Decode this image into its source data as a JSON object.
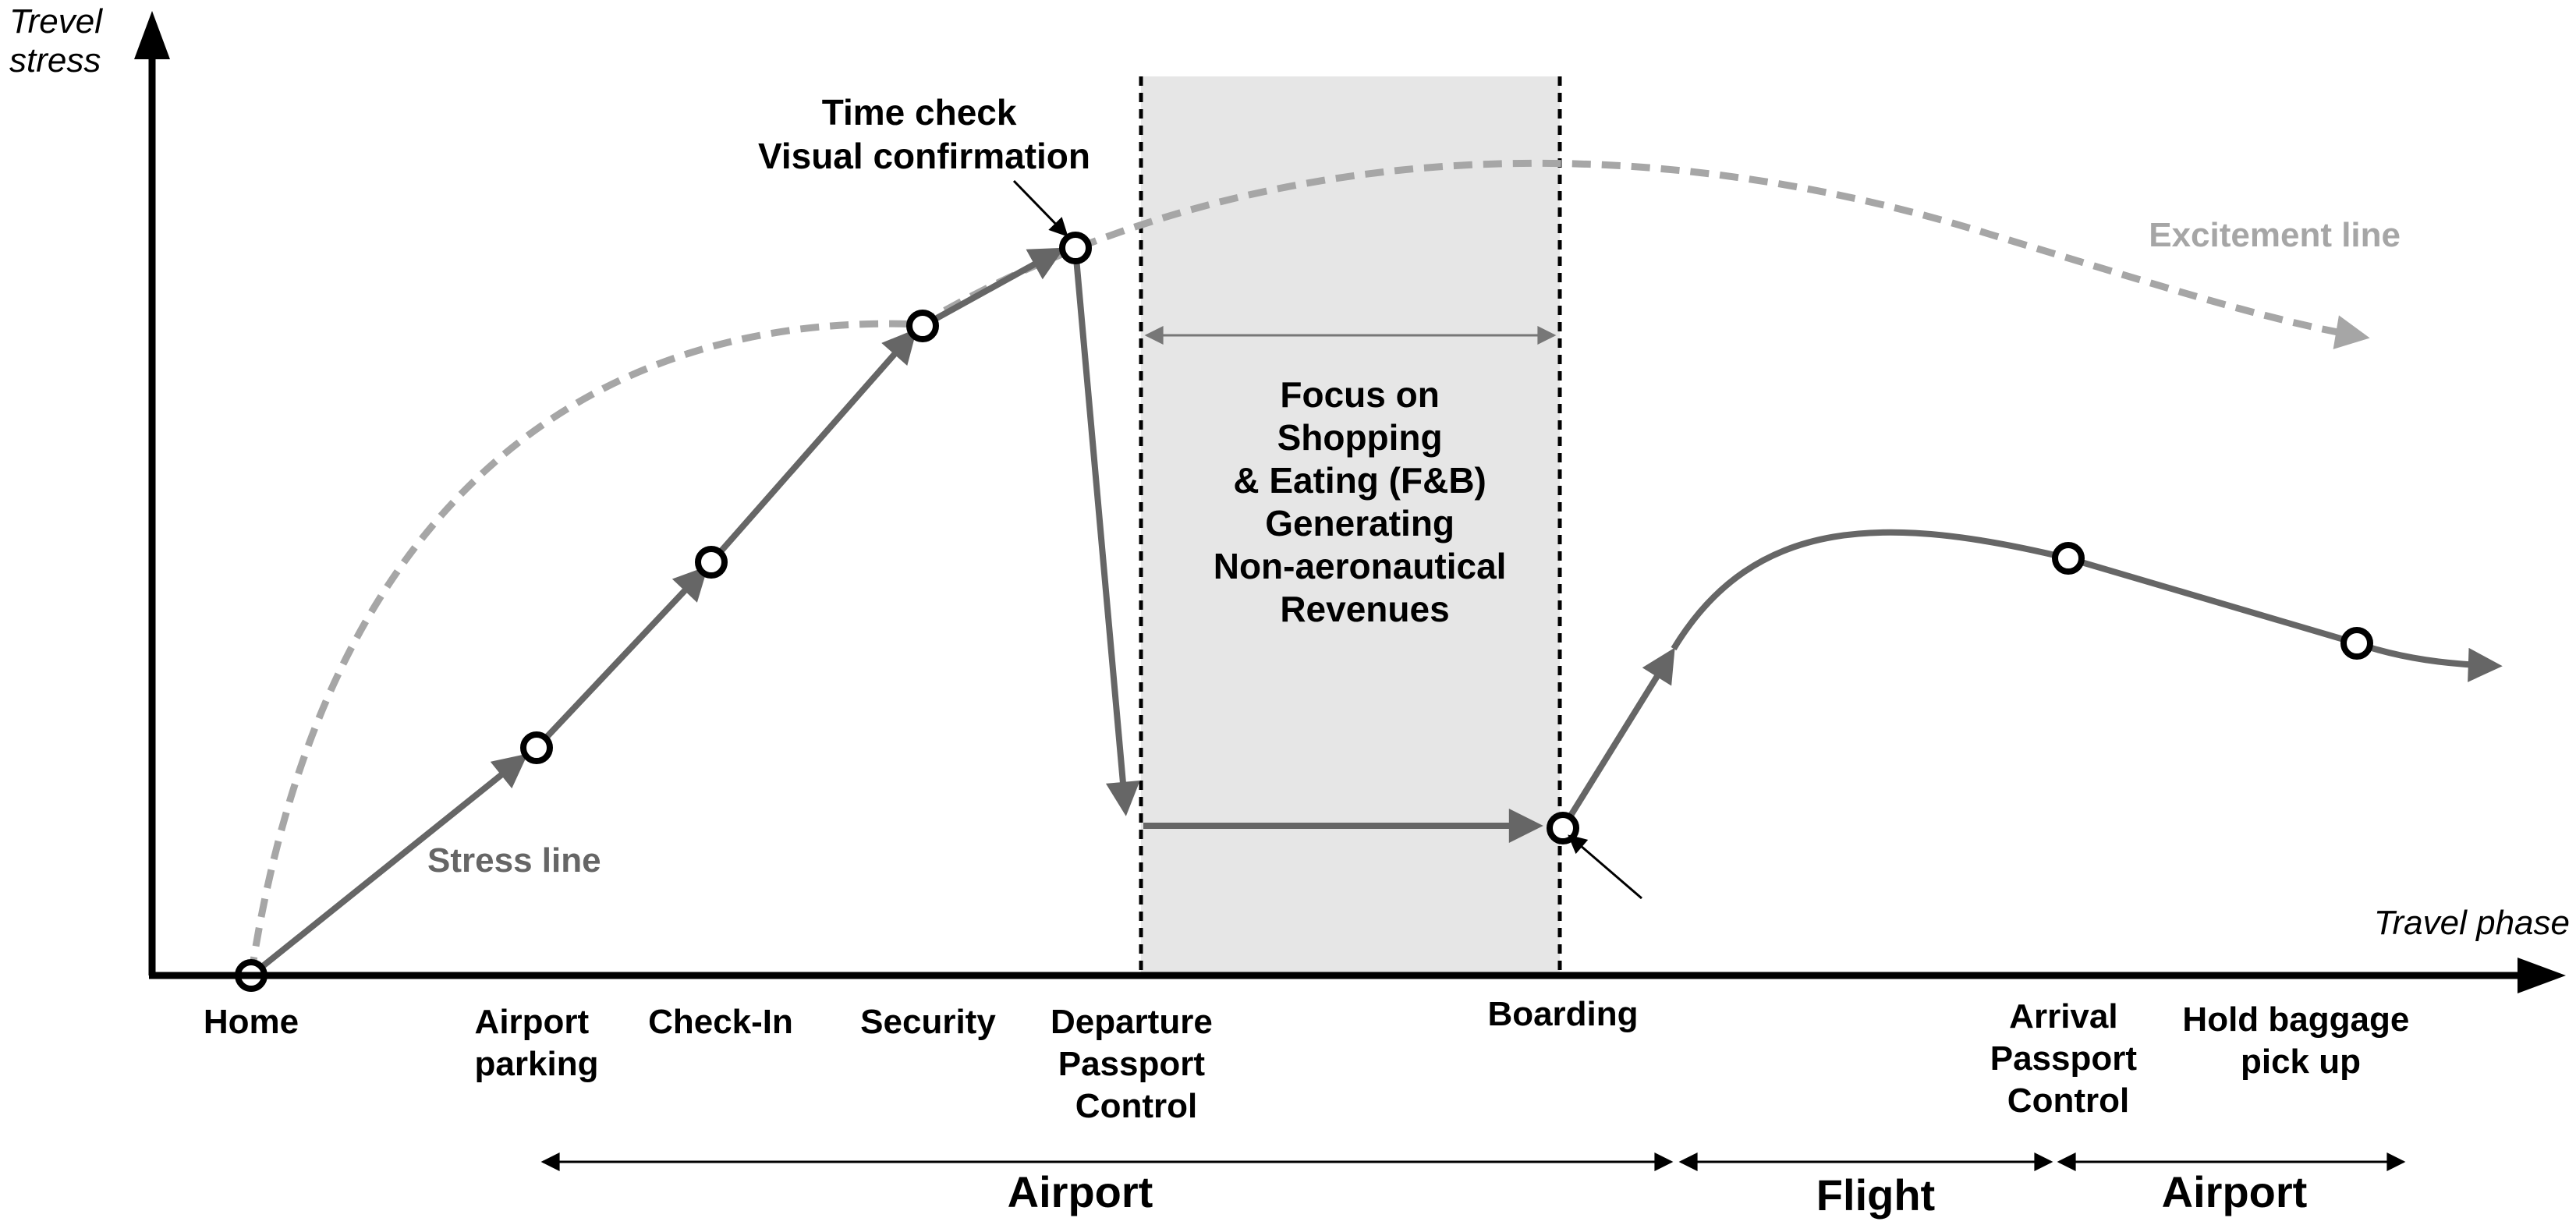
{
  "axes": {
    "y_title": [
      "Trevel",
      "stress"
    ],
    "x_title": "Travel phase"
  },
  "phases": [
    {
      "id": "home",
      "lines": [
        "Home"
      ]
    },
    {
      "id": "airport-parking",
      "lines": [
        "Airport",
        "parking"
      ]
    },
    {
      "id": "check-in",
      "lines": [
        "Check-In"
      ]
    },
    {
      "id": "security",
      "lines": [
        "Security"
      ]
    },
    {
      "id": "departure-passport-control",
      "lines": [
        "Departure",
        "Passport",
        "Control"
      ]
    },
    {
      "id": "boarding",
      "lines": [
        "Boarding"
      ]
    },
    {
      "id": "arrival-passport-control",
      "lines": [
        "Arrival",
        "Passport",
        "Control"
      ]
    },
    {
      "id": "hold-baggage-pick-up",
      "lines": [
        "Hold baggage",
        "pick up"
      ]
    }
  ],
  "annotations": {
    "time_check": [
      "Time check",
      "Visual confirmation"
    ],
    "focus_zone": [
      "Focus on",
      "Shopping",
      "& Eating (F&B)",
      "",
      "Generating",
      "Non-aeronautical",
      "Revenues"
    ]
  },
  "series": {
    "stress": {
      "label": "Stress line",
      "color": "#666666"
    },
    "excitement": {
      "label": "Excitement line",
      "color": "#a6a6a6"
    }
  },
  "sections": [
    {
      "id": "airport-departure",
      "label": "Airport"
    },
    {
      "id": "flight",
      "label": "Flight"
    },
    {
      "id": "airport-arrival",
      "label": "Airport"
    }
  ],
  "colors": {
    "axis": "#000000",
    "zone_fill": "#e6e6e6"
  }
}
